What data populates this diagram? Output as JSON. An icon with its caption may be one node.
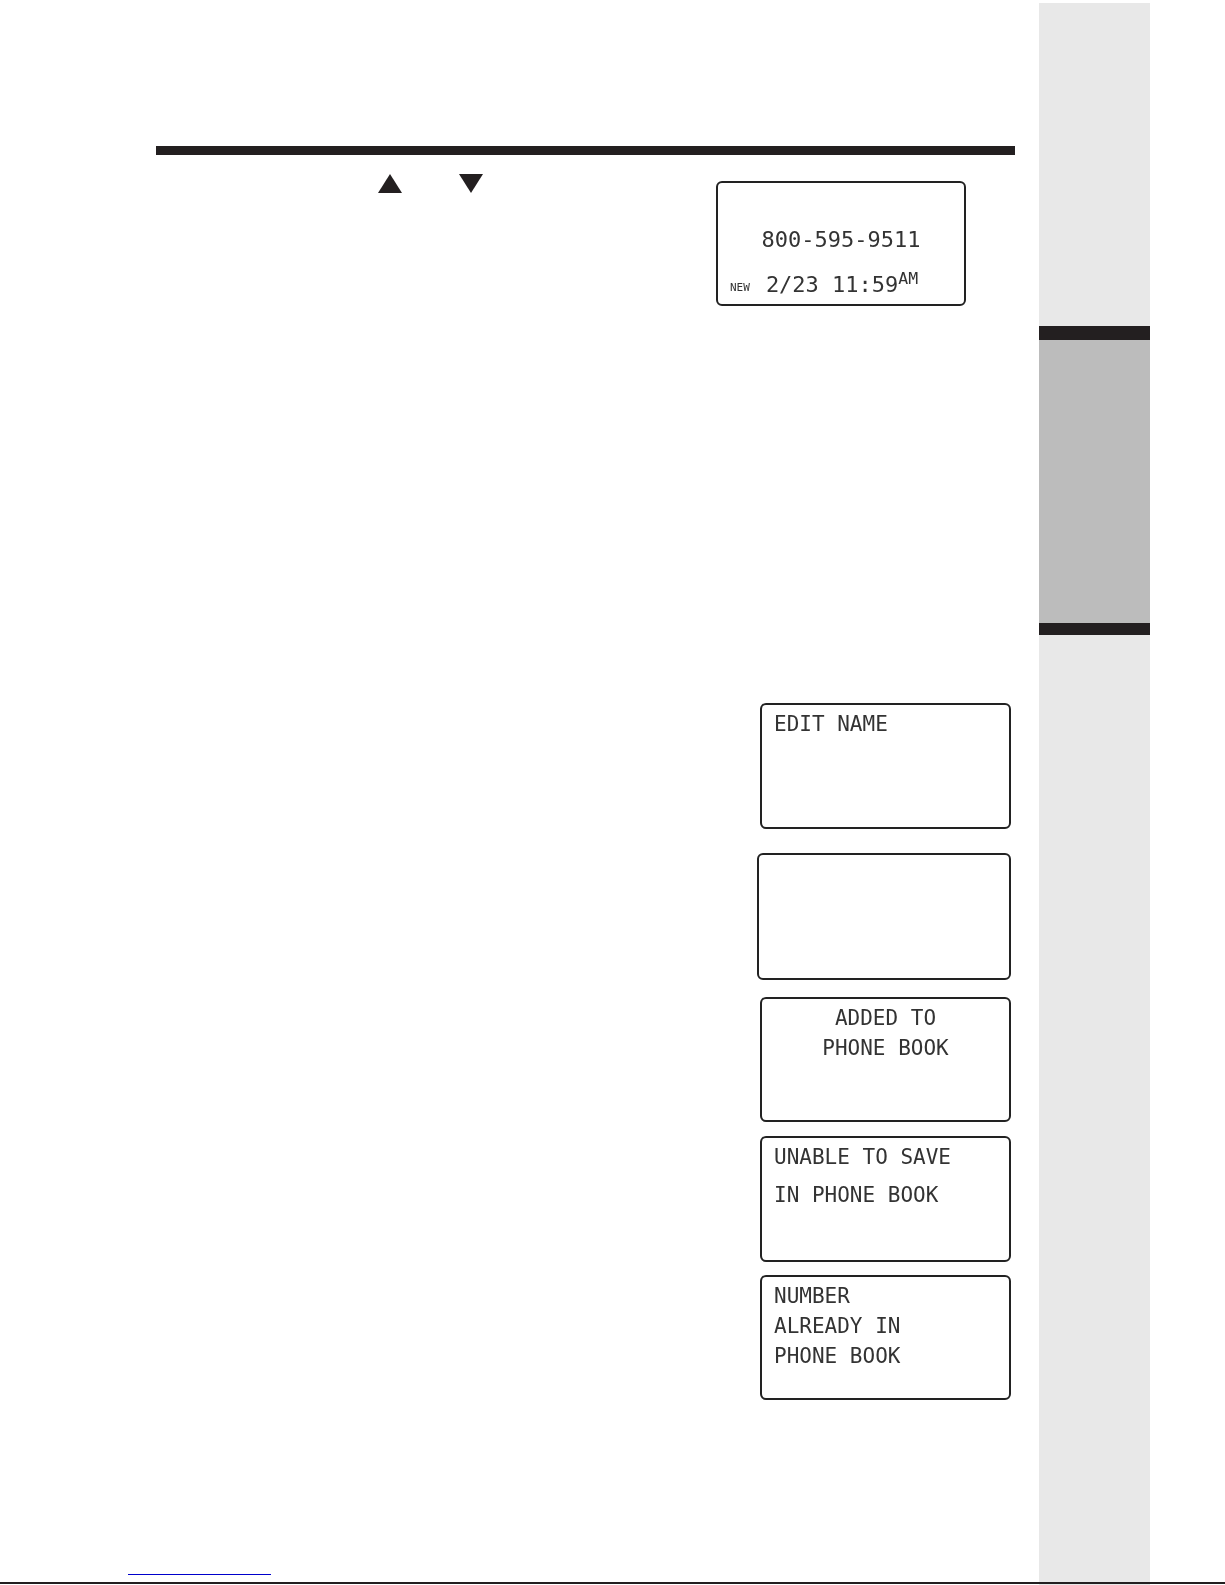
{
  "diagram": {
    "nodes": [
      {
        "text": [
          "800-595-9511",
          "NEW",
          "2/23 11:59$^{AM}$"
        ]
      },
      {
        "text": [
          "EDIT NAME"
        ]
      },
      {
        "text": [],
        "shape": "box"
      },
      {
        "text": [
          "ADDED TO PHONE BOOK"
        ]
      },
      {
        "text": [
          "UNABLE TO SAVE",
          "IN PHONE BOOK"
        ]
      },
      {
        "text": [
          "NUMBER ALREADY IN PHONE BOOK"
        ]
      }
    ]
  }
}
